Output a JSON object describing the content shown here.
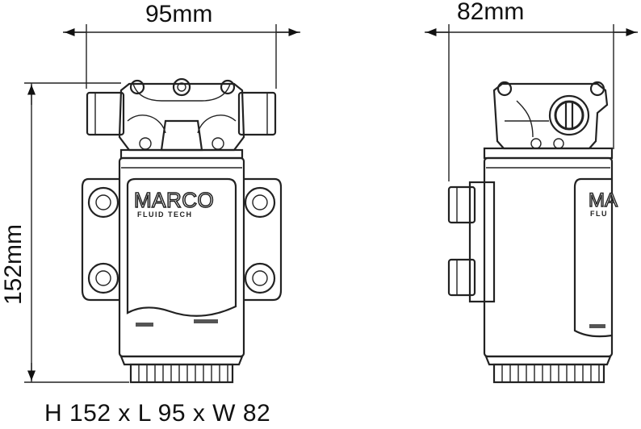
{
  "dimensions": {
    "length_label": "95mm",
    "width_label": "82mm",
    "height_label": "152mm"
  },
  "brand": {
    "logo_text": "MARCO",
    "logo_subtext": "FLUID TECH",
    "side_logo_text": "MA",
    "side_logo_subtext": "FLU"
  },
  "caption": "H 152 x L 95 x W 82"
}
